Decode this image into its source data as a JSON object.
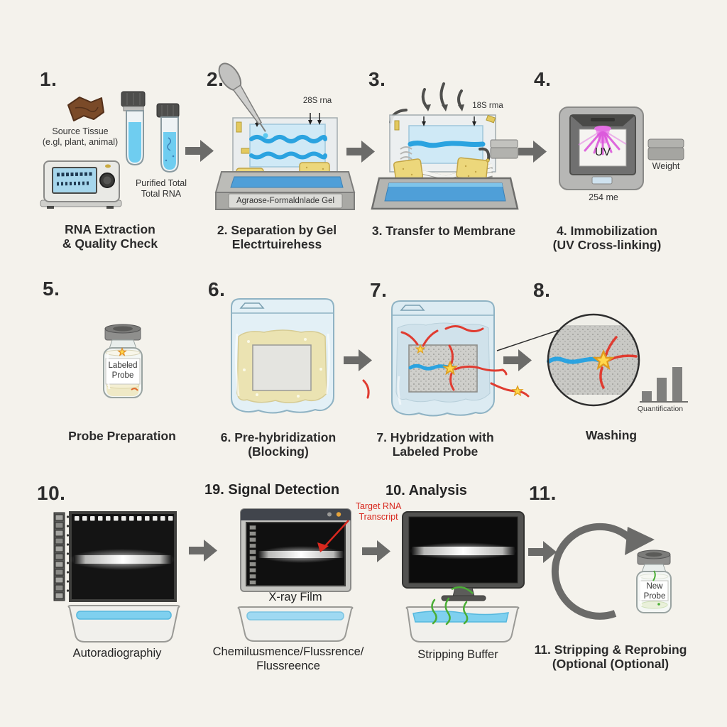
{
  "colors": {
    "background": "#f4f2ec",
    "liquid_blue": "#6fcdf0",
    "band_blue": "#2ba3e0",
    "buffer_blue": "#4f9fd8",
    "sponge_yellow": "#ecd77b",
    "star_yellow": "#ffd84d",
    "probe_red": "#e03c31",
    "annotation_red": "#d8281e",
    "uv_magenta": "#e34fe3",
    "strip_green": "#4aae35",
    "arrow_gray": "#6b6b69"
  },
  "panels": {
    "p1": {
      "number": "1.",
      "tissue_label_1": "Source Tissue",
      "tissue_label_2": "(e.gl, plant, animal)",
      "tube_label_1": "Purified Total",
      "tube_label_2": "Total RNA",
      "caption_1": "RNA Extraction",
      "caption_2": "& Quality Check"
    },
    "p2": {
      "number": "2.",
      "band_label": "28S rna",
      "gel_label": "Agraose-Formaldnlade Gel",
      "caption_1": "2. Separation by Gel",
      "caption_2": "Electrtuirehess"
    },
    "p3": {
      "number": "3.",
      "band_label": "18S rma",
      "caption_1": "3. Transfer to Membrane"
    },
    "p4": {
      "number": "4.",
      "uv_label": "UV",
      "wavelength": "254 me",
      "weight_label": "Weight",
      "caption_1": "4. Immobilization",
      "caption_2": "(UV Cross-linking)"
    },
    "p5": {
      "number": "5.",
      "vial_label_1": "Labeled",
      "vial_label_2": "Probe",
      "caption_1": "Probe Preparation"
    },
    "p6": {
      "number": "6.",
      "caption_1": "6. Pre-hybridization",
      "caption_2": "(Blocking)"
    },
    "p7": {
      "number": "7.",
      "caption_1": "7. Hybridzation with",
      "caption_2": "Labeled Probe"
    },
    "p8": {
      "number": "8.",
      "chart_label": "Quantification",
      "quant_bars": [
        1,
        2.3,
        3.3
      ],
      "caption_1": "Washing"
    },
    "p9": {
      "number": "10.",
      "caption_1": "Autoradiographiy"
    },
    "p10": {
      "title": "19. Signal Detection",
      "annotation_1": "Target RNA",
      "annotation_2": "Transcript",
      "film_label": "X-ray Film",
      "caption_1": "Chemilɯsmence/Flussrence/",
      "caption_2": "Flussreence"
    },
    "p11": {
      "title": "10. Analysis",
      "caption_1": "Stripping Buffer"
    },
    "p12": {
      "number": "11.",
      "vial_label_1": "New",
      "vial_label_2": "Probe",
      "caption_1": "11. Stripping & Reprobing",
      "caption_2": "(Optional (Optional)"
    }
  }
}
